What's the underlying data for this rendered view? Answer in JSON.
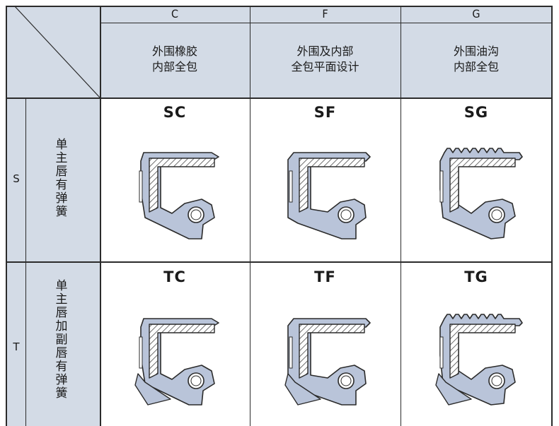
{
  "columns": [
    {
      "letter": "C",
      "description": "外围橡胶\n内部全包"
    },
    {
      "letter": "F",
      "description": "外围及内部\n全包平面设计"
    },
    {
      "letter": "G",
      "description": "外围油沟\n内部全包"
    }
  ],
  "rows": [
    {
      "letter": "S",
      "description": "单主唇有弹簧"
    },
    {
      "letter": "T",
      "description": "单主唇加副唇有弹簧"
    }
  ],
  "cells": [
    [
      "SC",
      "SF",
      "SG"
    ],
    [
      "TC",
      "TF",
      "TG"
    ]
  ],
  "colors": {
    "header_bg": "#d3dbe6",
    "seal_fill": "#b9c4d9",
    "seal_stroke": "#2b2b2b",
    "grid_line": "#2b2b2b"
  }
}
